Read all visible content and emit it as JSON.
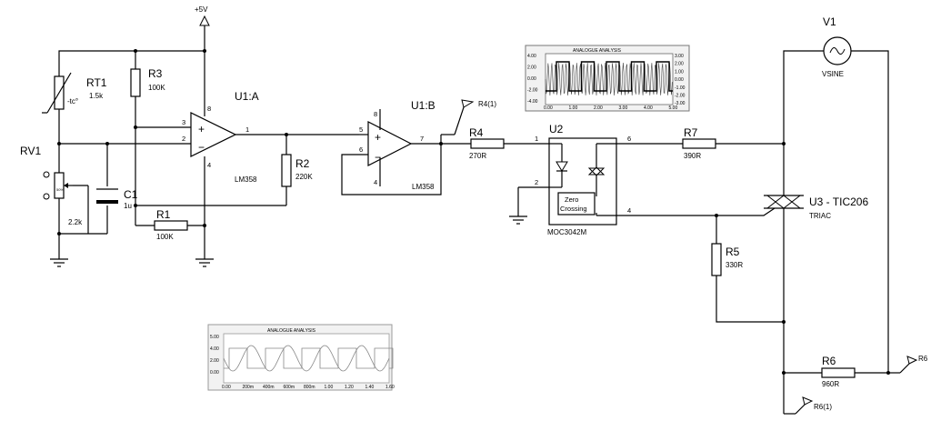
{
  "supply": {
    "label": "+5V"
  },
  "components": {
    "rt1": {
      "ref": "RT1",
      "value": "1.5k",
      "symbol": "-tc°"
    },
    "r3": {
      "ref": "R3",
      "value": "100K"
    },
    "rv1": {
      "ref": "RV1",
      "value": "2.2k",
      "percent": "50%"
    },
    "c1": {
      "ref": "C1",
      "value": "1u"
    },
    "r1": {
      "ref": "R1",
      "value": "100K"
    },
    "u1a": {
      "ref": "U1:A",
      "part": "LM358"
    },
    "r2": {
      "ref": "R2",
      "value": "220K"
    },
    "u1b": {
      "ref": "U1:B",
      "part": "LM358"
    },
    "r4": {
      "ref": "R4",
      "value": "270R"
    },
    "u2": {
      "ref": "U2",
      "part": "MOC3042M",
      "block": [
        "Zero",
        "Crossing"
      ]
    },
    "r7": {
      "ref": "R7",
      "value": "390R"
    },
    "v1": {
      "ref": "V1",
      "part": "VSINE"
    },
    "u3": {
      "ref": "U3 - TIC206",
      "part": "TRIAC"
    },
    "r5": {
      "ref": "R5",
      "value": "330R"
    },
    "r6": {
      "ref": "R6",
      "value": "960R"
    }
  },
  "pins": {
    "u1a_in_plus": "3",
    "u1a_in_minus": "2",
    "u1a_out": "1",
    "u1a_vcc": "8",
    "u1a_gnd": "4",
    "u1b_in_plus": "5",
    "u1b_in_minus": "6",
    "u1b_out": "7",
    "u1b_vcc": "8",
    "u1b_gnd": "4",
    "u2_p1": "1",
    "u2_p2": "2",
    "u2_p6": "6",
    "u2_p4": "4"
  },
  "probes": {
    "r4_probe": "R4(1)",
    "r6_probe": "R6",
    "r6_1_probe": "R6(1)"
  },
  "graphs": {
    "top": {
      "title": "ANALOGUE ANALYSIS",
      "left_ticks": [
        "4.00",
        "2.00",
        "0.00",
        "-2.00",
        "-4.00"
      ],
      "right_ticks": [
        "3.00",
        "2.00",
        "1.00",
        "0.00",
        "-1.00",
        "-2.00",
        "-3.00"
      ],
      "x_ticks": [
        "0.00",
        "1.00",
        "2.00",
        "3.00",
        "4.00",
        "5.00"
      ]
    },
    "bottom": {
      "title": "ANALOGUE ANALYSIS",
      "left_ticks": [
        "5.00",
        "4.00",
        "2.00",
        "0.00"
      ],
      "x_ticks": [
        "0.00",
        "200m",
        "400m",
        "600m",
        "800m",
        "1.00",
        "1.20",
        "1.40",
        "1.60"
      ]
    }
  }
}
